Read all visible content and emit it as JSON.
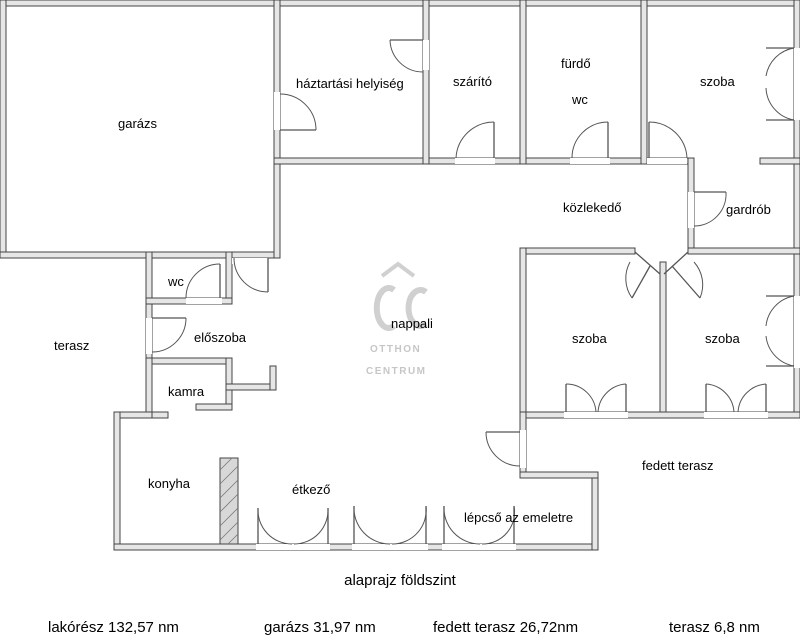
{
  "plan": {
    "rooms": {
      "garazs": "garázs",
      "haztartasi": "háztartási helyiség",
      "szarito": "szárító",
      "furdo": "fürdő",
      "furdo_wc": "wc",
      "szoba_top": "szoba",
      "kozlekedo": "közlekedő",
      "gardrob": "gardrób",
      "wc": "wc",
      "nappali": "nappali",
      "szoba_mid": "szoba",
      "szoba_right": "szoba",
      "terasz": "terasz",
      "eloszoba": "előszoba",
      "kamra": "kamra",
      "fedett_terasz": "fedett terasz",
      "konyha": "konyha",
      "etkezo": "étkező",
      "lepcso": "lépcső az emeletre"
    },
    "watermark": {
      "line1": "OTTHON",
      "line2": "CENTRUM"
    }
  },
  "caption": "alaprajz földszint",
  "stats": {
    "lakoresz": "lakórész 132,57 nm",
    "garazs": "garázs 31,97 nm",
    "fedett_terasz": "fedett terasz 26,72nm",
    "terasz": "terasz 6,8 nm"
  }
}
